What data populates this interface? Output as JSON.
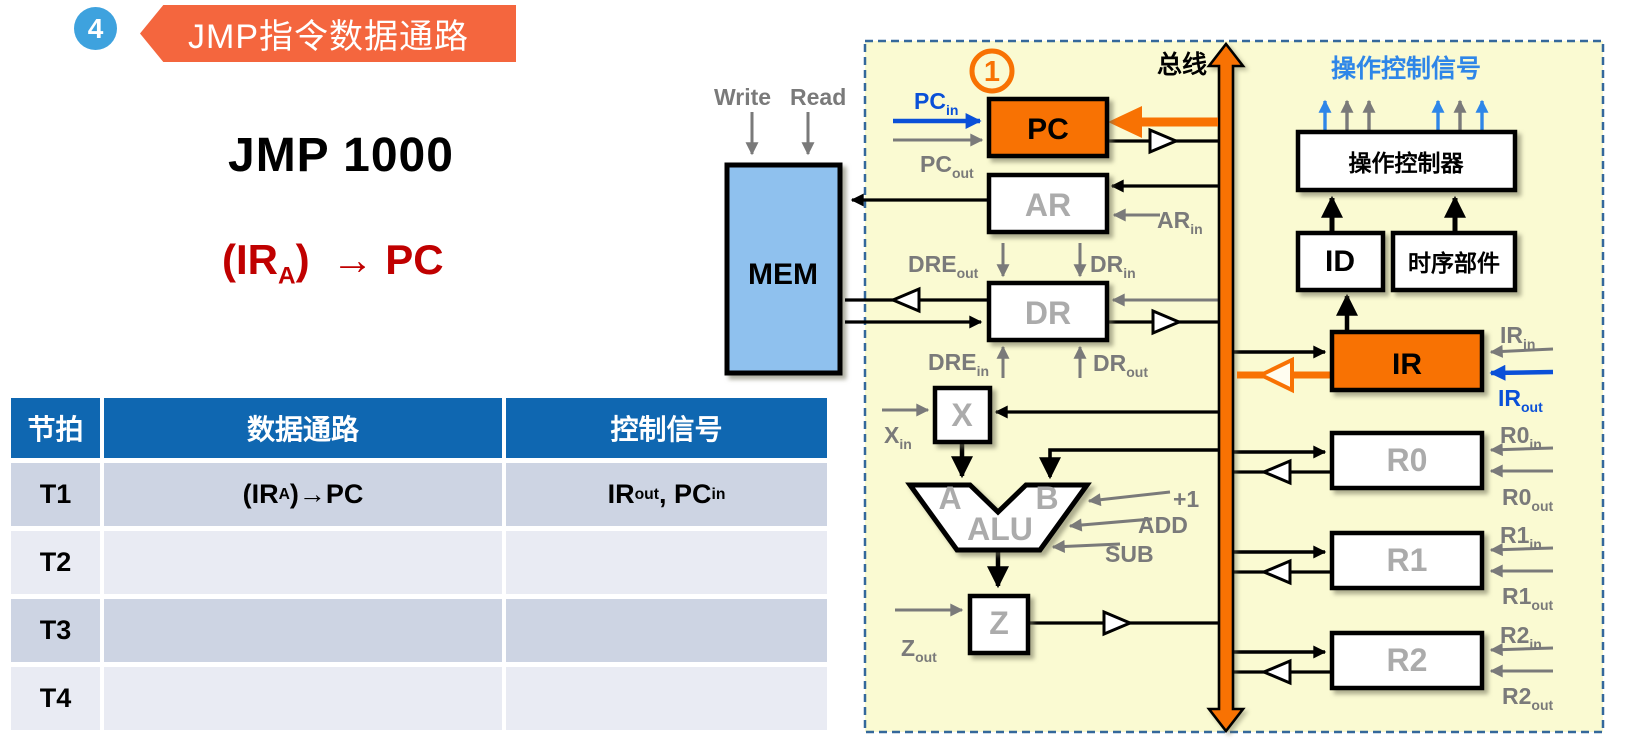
{
  "header": {
    "badge": "4",
    "title": "JMP指令数据通路",
    "instruction": "JMP 1000",
    "formula": {
      "pre": "(IR",
      "sub": "A",
      "post": ")",
      "arrow": "→ PC"
    }
  },
  "table": {
    "headers": [
      "节拍",
      "数据通路",
      "控制信号"
    ],
    "rows": [
      {
        "beat": "T1",
        "path": {
          "pre": "(IR",
          "sub": "A",
          "post": ")→PC"
        },
        "signal": {
          "b1": "IR",
          "s1": "out",
          "b2": ", PC",
          "s2": "in"
        }
      },
      {
        "beat": "T2",
        "path": {
          "pre": "",
          "sub": "",
          "post": ""
        },
        "signal": {
          "b1": "",
          "s1": "",
          "b2": "",
          "s2": ""
        }
      },
      {
        "beat": "T3",
        "path": {
          "pre": "",
          "sub": "",
          "post": ""
        },
        "signal": {
          "b1": "",
          "s1": "",
          "b2": "",
          "s2": ""
        }
      },
      {
        "beat": "T4",
        "path": {
          "pre": "",
          "sub": "",
          "post": ""
        },
        "signal": {
          "b1": "",
          "s1": "",
          "b2": "",
          "s2": ""
        }
      }
    ]
  },
  "diagram": {
    "step_marker": "1",
    "bus_label": "总线",
    "control_title": "操作控制信号",
    "mem_label": "MEM",
    "write_label": "Write",
    "read_label": "Read",
    "boxes": {
      "pc": "PC",
      "ar": "AR",
      "dr": "DR",
      "x": "X",
      "alu": "ALU",
      "alu_a": "A",
      "alu_b": "B",
      "z": "Z",
      "ir": "IR",
      "r0": "R0",
      "r1": "R1",
      "r2": "R2",
      "controller": "操作控制器",
      "id": "ID",
      "timing": "时序部件"
    },
    "alu_ops": {
      "plus1": "+1",
      "add": "ADD",
      "sub": "SUB"
    },
    "signals": {
      "pc_in": {
        "base": "PC",
        "sub": "in"
      },
      "pc_out": {
        "base": "PC",
        "sub": "out"
      },
      "ar_in": {
        "base": "AR",
        "sub": "in"
      },
      "dre_out": {
        "base": "DRE",
        "sub": "out"
      },
      "dr_in": {
        "base": "DR",
        "sub": "in"
      },
      "dre_in": {
        "base": "DRE",
        "sub": "in"
      },
      "dr_out": {
        "base": "DR",
        "sub": "out"
      },
      "x_in": {
        "base": "X",
        "sub": "in"
      },
      "z_out": {
        "base": "Z",
        "sub": "out"
      },
      "ir_in": {
        "base": "IR",
        "sub": "in"
      },
      "ir_out": {
        "base": "IR",
        "sub": "out"
      },
      "r0_in": {
        "base": "R0",
        "sub": "in"
      },
      "r0_out": {
        "base": "R0",
        "sub": "out"
      },
      "r1_in": {
        "base": "R1",
        "sub": "in"
      },
      "r1_out": {
        "base": "R1",
        "sub": "out"
      },
      "r2_in": {
        "base": "R2",
        "sub": "in"
      },
      "r2_out": {
        "base": "R2",
        "sub": "out"
      }
    },
    "colors": {
      "highlight_orange": "#F87203",
      "panel_yellow": "#FAFAD2",
      "mem_blue": "#8FC1EE",
      "signal_blue": "#0A50D8",
      "control_blue": "#2E86E8",
      "table_header_blue": "#0F67B1",
      "banner_red": "#F4663E",
      "badge_blue": "#3EA2DE",
      "formula_red": "#C00000"
    }
  }
}
